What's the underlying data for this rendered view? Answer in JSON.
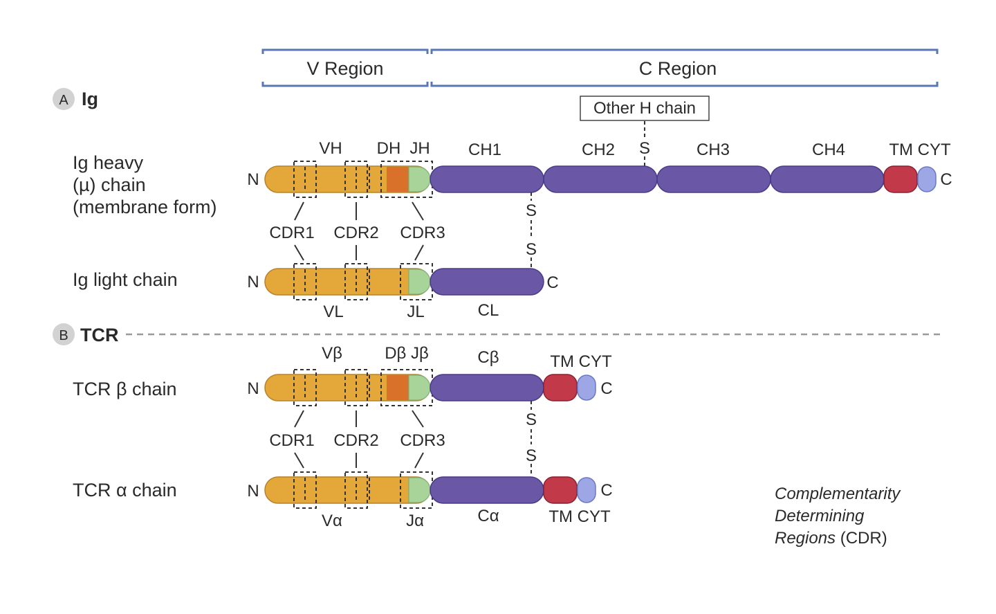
{
  "header": {
    "v_region": "V Region",
    "c_region": "C Region",
    "other_h_chain": "Other H chain"
  },
  "section_a": {
    "badge": "A",
    "title": "Ig"
  },
  "section_b": {
    "badge": "B",
    "title": "TCR"
  },
  "ig_heavy": {
    "label_line1": "Ig heavy",
    "label_line2": "(µ) chain",
    "label_line3": "(membrane form)",
    "n_term": "N",
    "c_term": "C",
    "vh": "VH",
    "dh": "DH",
    "jh": "JH",
    "ch1": "CH1",
    "ch2": "CH2",
    "ch3": "CH3",
    "ch4": "CH4",
    "tm_cyt": "TM CYT",
    "s_other": "S",
    "s_inter1": "S",
    "s_inter2": "S"
  },
  "ig_cdrs": {
    "cdr1": "CDR1",
    "cdr2": "CDR2",
    "cdr3": "CDR3"
  },
  "ig_light": {
    "label": "Ig light chain",
    "n_term": "N",
    "c_term": "C",
    "vl": "VL",
    "jl": "JL",
    "cl": "CL"
  },
  "tcr_beta": {
    "label": "TCR β chain",
    "n_term": "N",
    "c_term": "C",
    "vb": "Vβ",
    "db_jb": "Dβ Jβ",
    "cb": "Cβ",
    "tm_cyt": "TM CYT",
    "s1": "S",
    "s2": "S"
  },
  "tcr_cdrs": {
    "cdr1": "CDR1",
    "cdr2": "CDR2",
    "cdr3": "CDR3"
  },
  "tcr_alpha": {
    "label": "TCR α chain",
    "n_term": "N",
    "c_term": "C",
    "va": "Vα",
    "ja": "Jα",
    "ca": "Cα",
    "tm_cyt": "TM CYT"
  },
  "legend": {
    "line1": "Complementarity",
    "line2": "Determining",
    "line3_italic": "Regions",
    "line3_plain": " (CDR)"
  },
  "colors": {
    "framework": "#e4a83a",
    "d_segment": "#d9712a",
    "j_segment": "#a8d49a",
    "constant_domain": "#6a57a6",
    "transmembrane": "#c23a4a",
    "cytoplasmic": "#9da7e6",
    "region_bracket": "#5a77b5"
  }
}
